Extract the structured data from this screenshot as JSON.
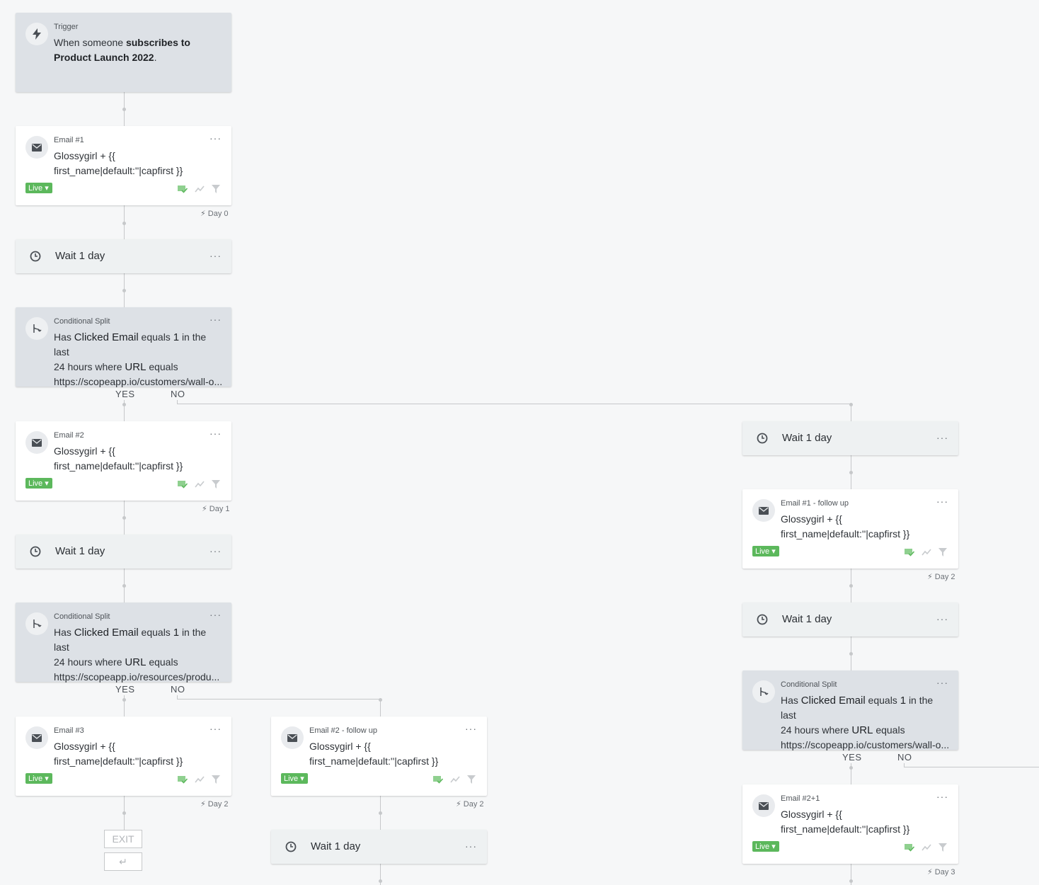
{
  "trigger": {
    "label": "Trigger",
    "prefix": "When someone",
    "strong1": "subscribes to",
    "strong2": "Product Launch 2022",
    "suffix": "."
  },
  "common": {
    "subject_line1": "Glossygirl + {{",
    "subject_line2": "first_name|default:''|capfirst }}",
    "live_label": "Live ▾",
    "wait_label": "Wait 1 day",
    "split_label": "Conditional Split",
    "split_has": "Has",
    "split_metric": "Clicked Email",
    "split_equals": "equals",
    "split_value": "1",
    "split_tail": "in the last",
    "split_line2a": "24 hours where",
    "split_url_word": "URL",
    "split_line2b": "equals",
    "yes": "YES",
    "no": "NO",
    "exit": "EXIT",
    "more": "···"
  },
  "emails": {
    "e1": {
      "label": "Email #1",
      "day": "Day 0"
    },
    "e2": {
      "label": "Email #2",
      "day": "Day 1"
    },
    "e3": {
      "label": "Email #3",
      "day": "Day 2"
    },
    "e2f": {
      "label": "Email #2 - follow up",
      "day": "Day 2"
    },
    "e1f": {
      "label": "Email #1 - follow up",
      "day": "Day 2"
    },
    "e21": {
      "label": "Email #2+1",
      "day": "Day 3"
    }
  },
  "splits": {
    "s1": {
      "url": "https://scopeapp.io/customers/wall-o..."
    },
    "s2": {
      "url": "https://scopeapp.io/resources/produ..."
    },
    "s3": {
      "url": "https://scopeapp.io/customers/wall-o..."
    }
  },
  "colors": {
    "live_green": "#5cb85c",
    "split_bg": "#dde1e6",
    "wait_bg": "#eef1f2",
    "connector": "#c6c8ca"
  }
}
